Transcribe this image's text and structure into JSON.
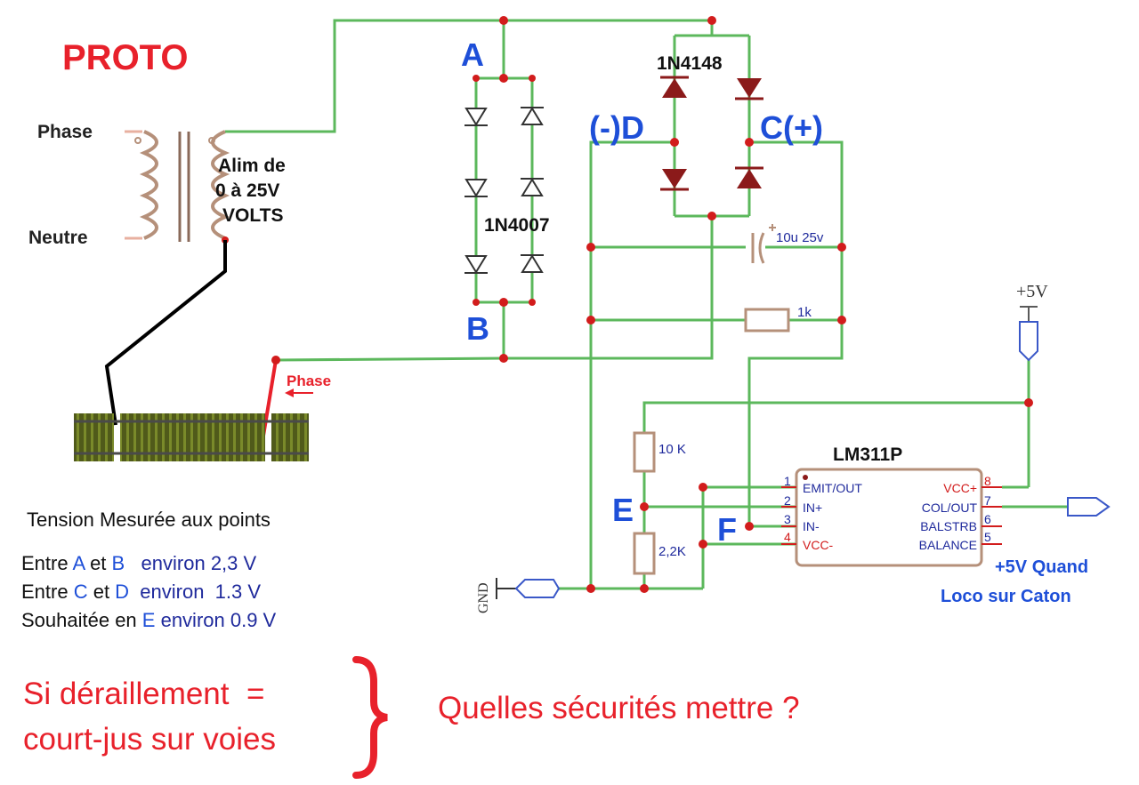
{
  "title": "PROTO",
  "transformer": {
    "phase_label": "Phase",
    "neutre_label": "Neutre",
    "supply_line1": "Alim de",
    "supply_line2": "0 à 25V",
    "supply_line3": "VOLTS"
  },
  "points": {
    "A": "A",
    "B": "B",
    "C": "C(+)",
    "D": "(-)D",
    "E": "E",
    "F": "F"
  },
  "components": {
    "diode_small": "1N4148",
    "diode_rect": "1N4007",
    "capacitor": "10u 25v",
    "resistor_1k": "1k",
    "resistor_10k": "10 K",
    "resistor_2k2": "2,2K",
    "supply_5v": "+5V",
    "gnd": "GND",
    "track_phase": "Phase"
  },
  "ic": {
    "name": "LM311P",
    "left_pins": [
      {
        "num": "1",
        "label": "EMIT/OUT"
      },
      {
        "num": "2",
        "label": "IN+"
      },
      {
        "num": "3",
        "label": "IN-"
      },
      {
        "num": "4",
        "label": "VCC-"
      }
    ],
    "right_pins": [
      {
        "num": "8",
        "label": "VCC+"
      },
      {
        "num": "7",
        "label": "COL/OUT"
      },
      {
        "num": "6",
        "label": "BALSTRB"
      },
      {
        "num": "5",
        "label": "BALANCE"
      }
    ]
  },
  "output_note": {
    "line1": "+5V Quand",
    "line2": "Loco sur Caton"
  },
  "measurements": {
    "heading": "Tension Mesurée aux points",
    "rows": [
      {
        "prefix": "Entre ",
        "p1": "A",
        "mid": " et ",
        "p2": "B",
        "value": "   environ 2,3 V"
      },
      {
        "prefix": "Entre ",
        "p1": "C",
        "mid": " et ",
        "p2": "D",
        "value": "  environ  1.3 V"
      }
    ],
    "row3": {
      "prefix": "Souhaitée en ",
      "p1": "E",
      "value": " environ 0.9 V"
    }
  },
  "question": {
    "line1": "Si déraillement  =",
    "line2": "court-jus sur voies",
    "right": "Quelles sécurités mettre ?"
  },
  "colors": {
    "wire": "#5cb85c",
    "node": "#d21c1c",
    "point_label": "#1e4fd8",
    "diode": "#8b1a1a",
    "title": "#e8212b",
    "ic_pin": "#d21c1c",
    "ic_text": "#1f2a9c"
  }
}
